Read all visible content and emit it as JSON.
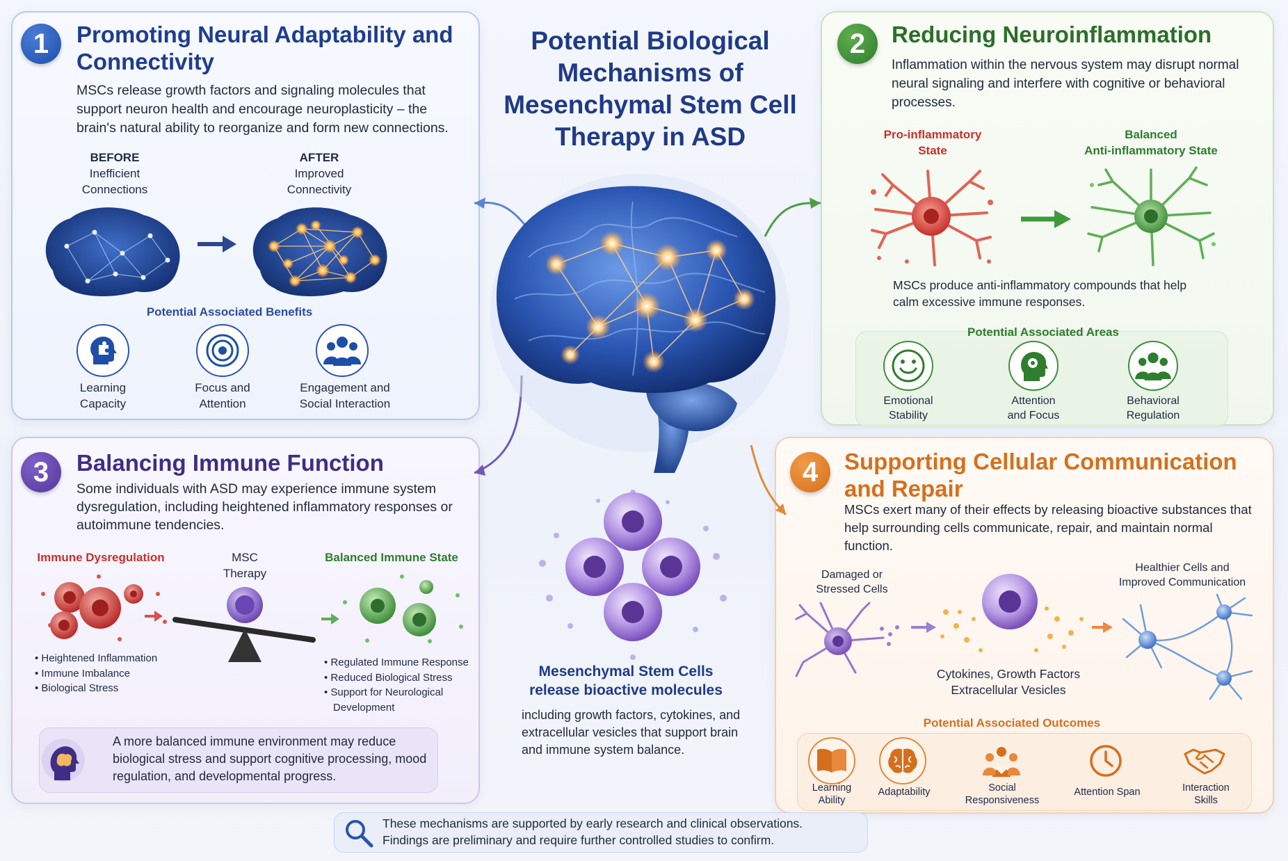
{
  "title": "Potential Biological Mechanisms of Mesenchymal Stem Cell Therapy in ASD",
  "colors": {
    "blue": "#1e4fa8",
    "green": "#2f7d2e",
    "purple": "#54379a",
    "orange": "#d4701d",
    "red": "#c9302c"
  },
  "panel1": {
    "number": "1",
    "title": "Promoting Neural Adaptability and Connectivity",
    "text": "MSCs release growth factors and signaling molecules that support neuron health and encourage neuroplasticity – the brain's natural ability to reorganize and form new connections.",
    "before_head": "BEFORE",
    "before_line1": "Inefficient",
    "before_line2": "Connections",
    "after_head": "AFTER",
    "after_line1": "Improved",
    "after_line2": "Connectivity",
    "benefits_title": "Potential Associated Benefits",
    "benefits": [
      {
        "icon": "head-puzzle-icon",
        "line1": "Learning",
        "line2": "Capacity"
      },
      {
        "icon": "target-icon",
        "line1": "Focus and",
        "line2": "Attention"
      },
      {
        "icon": "people-group-icon",
        "line1": "Engagement and",
        "line2": "Social Interaction"
      }
    ]
  },
  "panel2": {
    "number": "2",
    "title": "Reducing Neuroinflammation",
    "text": "Inflammation within the nervous system may disrupt normal neural signaling and interfere with cognitive or behavioral processes.",
    "pro_line1": "Pro-inflammatory",
    "pro_line2": "State",
    "bal_line1": "Balanced",
    "bal_line2": "Anti-inflammatory State",
    "desc": "MSCs produce anti-inflammatory compounds that help calm excessive immune responses.",
    "areas_title": "Potential Associated Areas",
    "areas": [
      {
        "icon": "smiley-icon",
        "line1": "Emotional",
        "line2": "Stability"
      },
      {
        "icon": "head-focus-icon",
        "line1": "Attention",
        "line2": "and Focus"
      },
      {
        "icon": "people-group-icon",
        "line1": "Behavioral",
        "line2": "Regulation"
      }
    ]
  },
  "panel3": {
    "number": "3",
    "title": "Balancing Immune Function",
    "text": "Some individuals with ASD may experience immune system dysregulation, including heightened inflammatory responses or autoimmune tendencies.",
    "dysreg_label": "Immune Dysregulation",
    "msc_line1": "MSC",
    "msc_line2": "Therapy",
    "balanced_label": "Balanced Immune State",
    "left_bullets": [
      "Heightened Inflammation",
      "Immune Imbalance",
      "Biological Stress"
    ],
    "right_bullets": [
      "Regulated Immune Response",
      "Reduced Biological Stress",
      "Support for Neurological",
      "Development"
    ],
    "note": "A more balanced immune environment may reduce biological stress and support cognitive processing, mood regulation, and developmental progress."
  },
  "panel4": {
    "number": "4",
    "title": "Supporting Cellular Communication and Repair",
    "text": "MSCs exert many of their effects by releasing bioactive substances that help surrounding cells communicate, repair, and maintain normal function.",
    "damaged_line1": "Damaged or",
    "damaged_line2": "Stressed Cells",
    "healthier_line1": "Healthier Cells and",
    "healthier_line2": "Improved Communication",
    "cytokines_line1": "Cytokines, Growth Factors",
    "cytokines_line2": "Extracellular Vesicles",
    "outcomes_title": "Potential Associated Outcomes",
    "outcomes": [
      {
        "icon": "book-icon",
        "line1": "Learning",
        "line2": "Ability"
      },
      {
        "icon": "brain-icon",
        "line1": "Adaptability",
        "line2": ""
      },
      {
        "icon": "people-heart-icon",
        "line1": "Social",
        "line2": "Responsiveness"
      },
      {
        "icon": "clock-icon",
        "line1": "Attention Span",
        "line2": ""
      },
      {
        "icon": "handshake-icon",
        "line1": "Interaction",
        "line2": "Skills"
      }
    ]
  },
  "center": {
    "msc_title_line1": "Mesenchymal Stem Cells",
    "msc_title_line2": "release bioactive molecules",
    "msc_desc": "including growth factors, cytokines, and extracellular vesicles that support brain and immune system balance."
  },
  "footer": {
    "icon": "magnifier-icon",
    "line1": "These mechanisms are supported by early research and clinical observations.",
    "line2": "Findings are preliminary and require further controlled studies to confirm."
  }
}
